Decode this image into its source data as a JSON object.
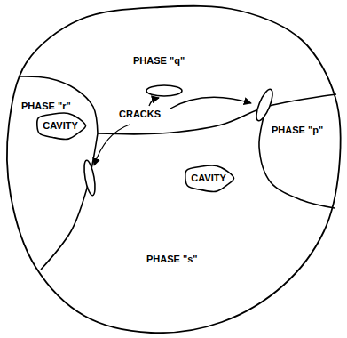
{
  "diagram": {
    "nodes": [
      {
        "text": [
          "CAVITY"
        ]
      },
      {
        "text": [
          "CAVITY"
        ]
      }
    ],
    "labels": [
      "PHASE \"q\"",
      "PHASE \"r\"",
      "CRACKS",
      "PHASE \"p\"",
      "PHASE \"s\""
    ]
  }
}
